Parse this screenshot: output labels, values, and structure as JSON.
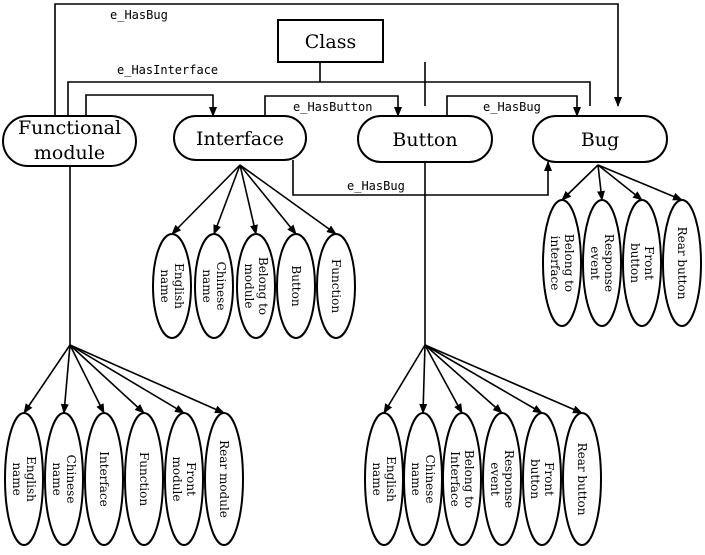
{
  "nodes": {
    "class": "Class",
    "functional_module": [
      "Functional",
      "module"
    ],
    "interface": "Interface",
    "button": "Button",
    "bug": "Bug"
  },
  "edge_labels": {
    "has_bug_top": "e_HasBug",
    "has_interface": "e_HasInterface",
    "has_button": "e_HasButton",
    "has_bug_button": "e_HasBug",
    "has_bug_interface": "e_HasBug"
  },
  "attributes": {
    "interface": [
      [
        "English",
        "name"
      ],
      [
        "Chinese",
        "name"
      ],
      [
        "Belong to",
        "module"
      ],
      [
        "Button"
      ],
      [
        "Function"
      ]
    ],
    "bug": [
      [
        "Belong to",
        "interface"
      ],
      [
        "Response",
        "event"
      ],
      [
        "Front",
        "button"
      ],
      [
        "Rear button"
      ]
    ],
    "functional_module": [
      [
        "English",
        "name"
      ],
      [
        "Chinese",
        "name"
      ],
      [
        "Interface"
      ],
      [
        "Function"
      ],
      [
        "Front",
        "module"
      ],
      [
        "Rear module"
      ]
    ],
    "button": [
      [
        "English",
        "name"
      ],
      [
        "Chinese",
        "name"
      ],
      [
        "Belong to",
        "Interface"
      ],
      [
        "Response",
        "event"
      ],
      [
        "Front",
        "button"
      ],
      [
        "Rear button"
      ]
    ]
  }
}
